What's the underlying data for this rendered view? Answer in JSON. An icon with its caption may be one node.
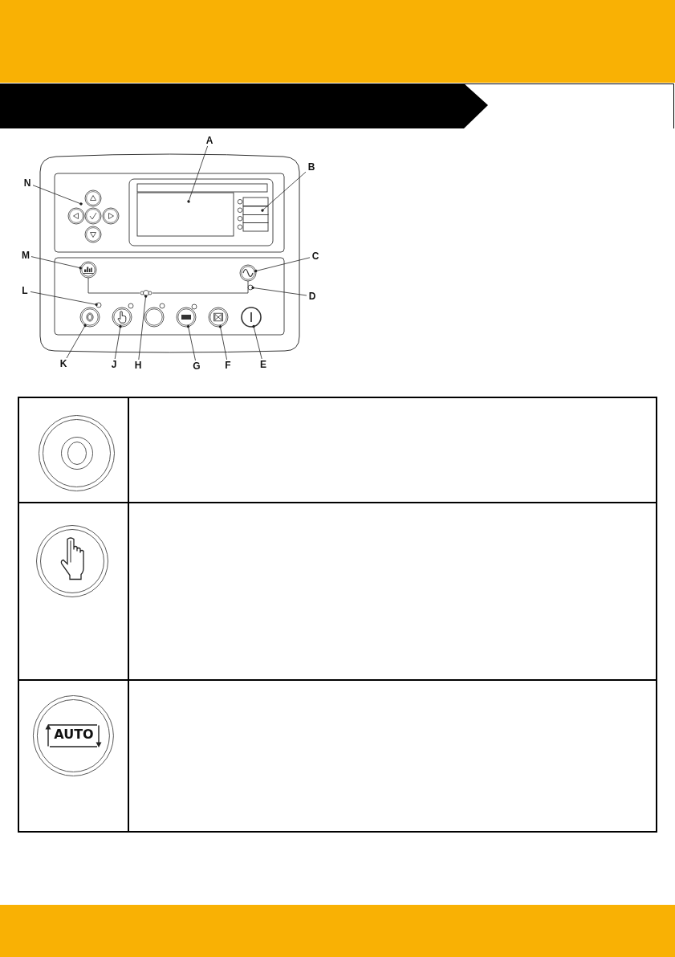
{
  "diagram": {
    "nodes": [
      {
        "text": [
          "A"
        ]
      },
      {
        "text": [],
        "shape": "box"
      },
      {
        "text": [
          "B"
        ]
      },
      {
        "text": [],
        "shape": "box"
      },
      {
        "text": [
          "N"
        ]
      },
      {
        "text": [],
        "shape": "picture"
      },
      {
        "text": [
          "M"
        ]
      },
      {
        "text": [],
        "shape": "circle"
      },
      {
        "text": [
          "C"
        ]
      },
      {
        "text": [],
        "shape": "circle"
      },
      {
        "text": [
          "L"
        ]
      },
      {
        "text": [],
        "shape": "circle"
      },
      {
        "text": [
          "D"
        ]
      },
      {
        "text": [],
        "shape": "circle"
      },
      {
        "text": [
          "K"
        ]
      },
      {
        "text": [],
        "shape": "circle"
      },
      {
        "text": [
          "J"
        ]
      },
      {
        "text": [],
        "shape": "circle"
      },
      {
        "text": [
          "H"
        ]
      },
      {
        "text": [],
        "shape": "circle"
      },
      {
        "text": [
          "G"
        ]
      },
      {
        "text": [],
        "shape": "circle"
      },
      {
        "text": [
          "F"
        ]
      },
      {
        "text": [],
        "shape": "circle"
      },
      {
        "text": [
          "E"
        ]
      },
      {
        "text": [],
        "shape": "circle"
      },
      {
        "text": [],
        "shape": "circle"
      }
    ],
    "edges": [
      {
        "from": 0,
        "to": 1,
        "arrow": "other"
      },
      {
        "from": 2,
        "to": 3,
        "arrow": "other"
      },
      {
        "from": 4,
        "to": 5,
        "arrow": "other"
      },
      {
        "from": 6,
        "to": 7,
        "arrow": "other"
      },
      {
        "from": 8,
        "to": 9,
        "arrow": "other"
      },
      {
        "from": 10,
        "to": 11,
        "arrow": "other"
      },
      {
        "from": 12,
        "to": 13,
        "arrow": "other"
      },
      {
        "from": 14,
        "to": 15,
        "arrow": "other"
      },
      {
        "from": 16,
        "to": 17,
        "arrow": "other"
      },
      {
        "from": 18,
        "to": 19,
        "arrow": "other"
      },
      {
        "from": 20,
        "to": 21,
        "arrow": "other"
      },
      {
        "from": 22,
        "to": 23,
        "arrow": "other"
      },
      {
        "from": 24,
        "to": 25,
        "arrow": "other"
      },
      {
        "from": 7,
        "to": 19,
        "arrow": "none"
      },
      {
        "from": 19,
        "to": 9,
        "arrow": "none"
      }
    ],
    "labels": [
      "AUTO"
    ]
  }
}
